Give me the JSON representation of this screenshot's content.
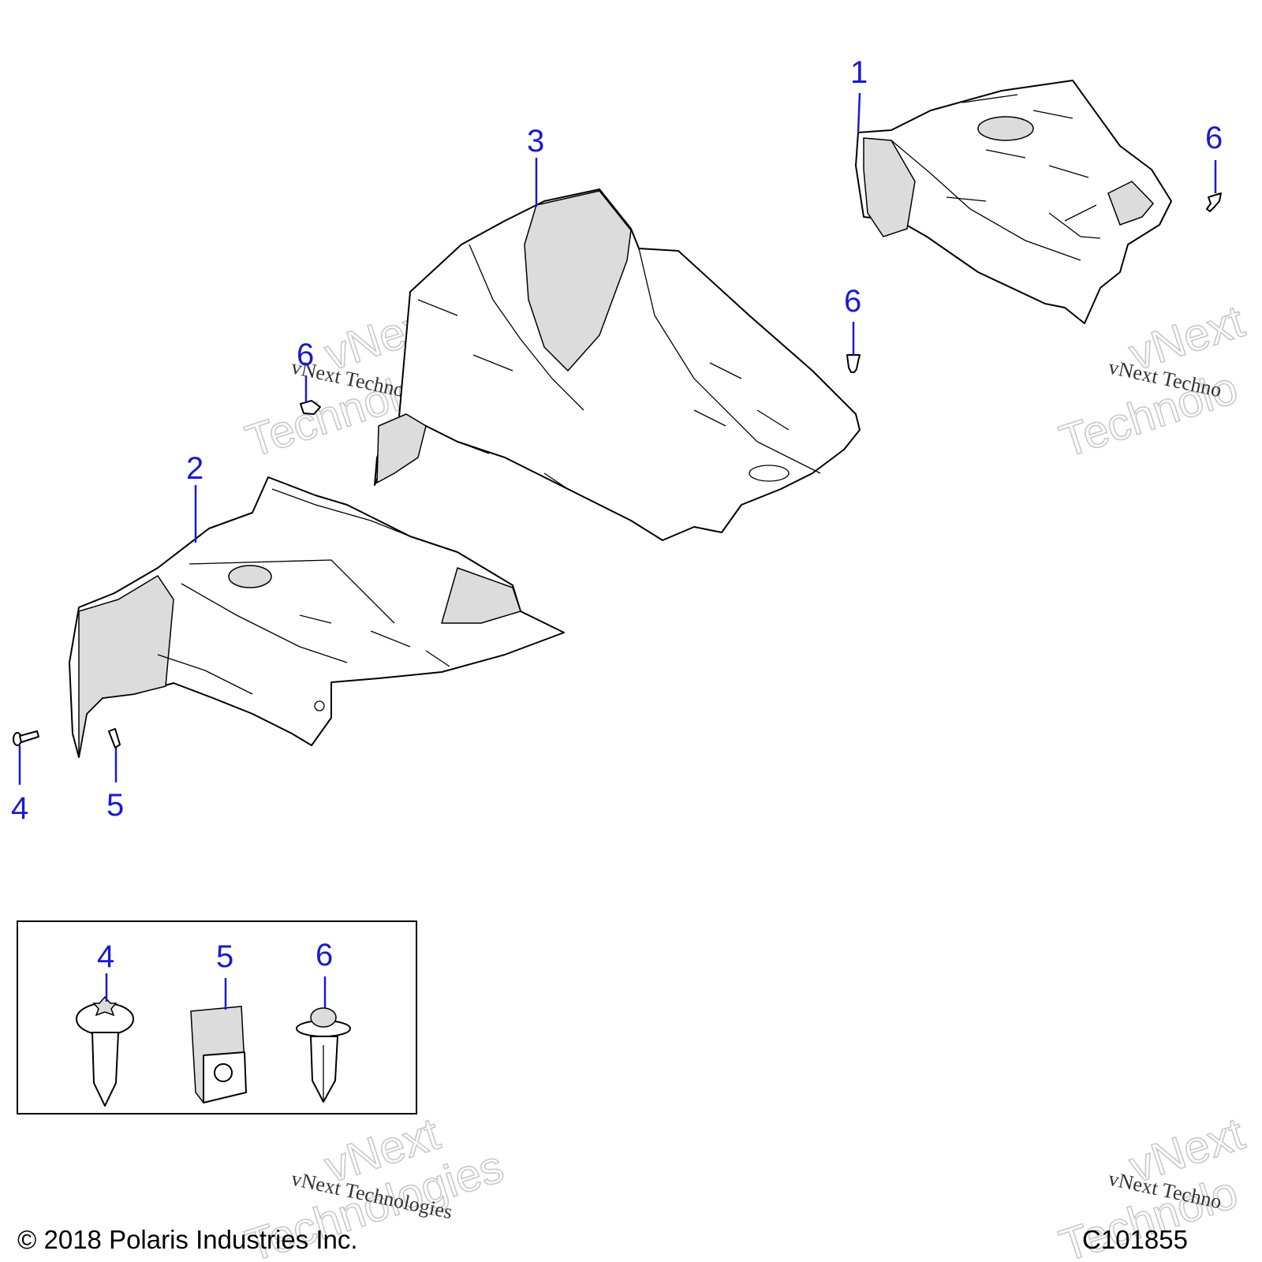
{
  "callouts": {
    "part_1": "1",
    "part_2": "2",
    "part_3": "3",
    "fastener_top_right": "6",
    "fastener_mid": "6",
    "fastener_left": "6",
    "screw_main": "4",
    "clip_main": "5",
    "inset_screw": "4",
    "inset_clip": "5",
    "inset_rivet": "6"
  },
  "watermarks": {
    "text_small": "vNext Technologies",
    "text_big_line1": "vNext",
    "text_big_line2": "Technologies",
    "text_small_cut": "vNext Techno",
    "text_big_cut_line1": "vNext",
    "text_big_cut_line2": "Technolo"
  },
  "footer": {
    "copyright": "© 2018 Polaris Industries Inc.",
    "diagram_id": "C101855"
  }
}
